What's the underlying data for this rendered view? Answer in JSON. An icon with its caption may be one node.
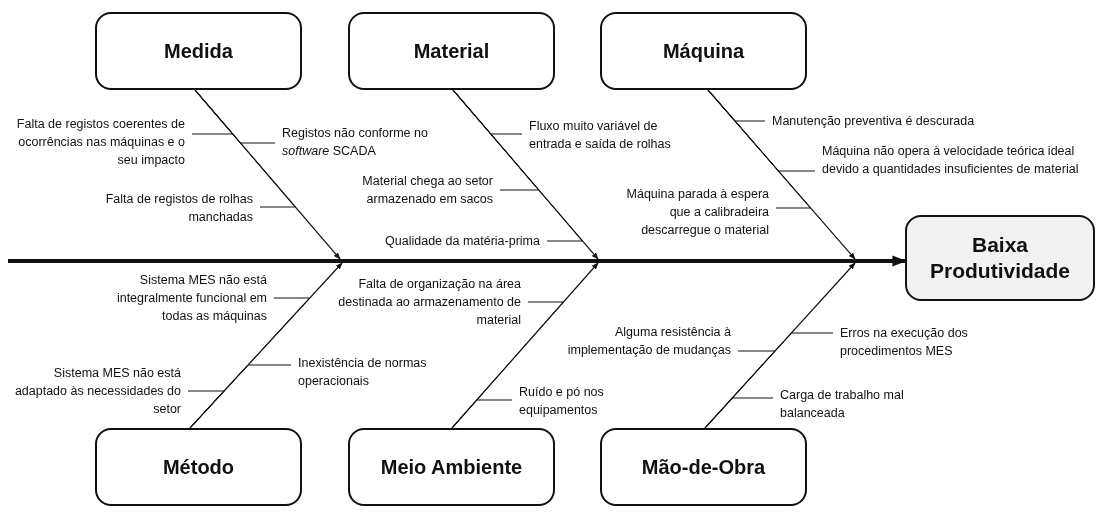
{
  "diagram": {
    "nodes": [
      {
        "text": [
          "Medida"
        ]
      },
      {
        "text": [
          "Material"
        ]
      },
      {
        "text": [
          "Máquina"
        ]
      },
      {
        "text": [
          "Falta de registos coerentes de ocorrências nas máquinas e o seu impacto"
        ]
      },
      {
        "text": [
          "Registos não conforme no *software* SCADA"
        ]
      },
      {
        "text": [
          "Fluxo muito variável de entrada e saída de rolhas"
        ]
      },
      {
        "text": [
          "Manutenção preventiva é descurada"
        ]
      },
      {
        "text": [
          "Máquina não opera à velocidade teórica ideal devido a quantidades insuficientes de material"
        ]
      },
      {
        "text": [
          "Material chega ao setor armazenado em sacos"
        ]
      },
      {
        "text": [
          "Máquina parada à espera que a calibradeira descarregue o material"
        ]
      },
      {
        "text": [
          "Falta de registos de rolhas manchadas"
        ]
      },
      {
        "text": [
          "Qualidade da matéria-prima"
        ]
      },
      {
        "text": [
          "Baixa Produtividade"
        ]
      },
      {
        "text": [
          "Sistema MES não está integralmente funcional em todas as máquinas"
        ]
      },
      {
        "text": [
          "Falta de organização na área destinada ao armazenamento de material"
        ]
      },
      {
        "text": [
          "Inexistência de normas operacionais"
        ]
      },
      {
        "text": [
          "Sistema MES não está adaptado às necessidades do setor"
        ]
      },
      {
        "text": [
          "Alguma resistência à implementação de mudanças"
        ]
      },
      {
        "text": [
          "Erros na execução dos procedimentos MES"
        ]
      },
      {
        "text": [
          "Ruído e pó nos equipamentos"
        ]
      },
      {
        "text": [
          "Carga de trabalho mal balanceada"
        ]
      },
      {
        "text": [
          "Método"
        ]
      },
      {
        "text": [
          "Meio Ambiente"
        ]
      },
      {
        "text": [
          "Mão-de-Obra"
        ]
      },
      {
        "text": [],
        "shape": "bar"
      }
    ],
    "edges": [
      {
        "from": 24,
        "to": 12,
        "arrow": "to",
        "style": "thick"
      },
      {
        "from": 0,
        "to": 24,
        "arrow": "to"
      },
      {
        "from": 1,
        "to": 24,
        "arrow": "to"
      },
      {
        "from": 2,
        "to": 24,
        "arrow": "to"
      },
      {
        "from": 21,
        "to": 24,
        "arrow": "to"
      },
      {
        "from": 22,
        "to": 24,
        "arrow": "to"
      },
      {
        "from": 23,
        "to": 24,
        "arrow": "to"
      },
      {
        "from": 3,
        "to": 0,
        "arrow": "none"
      },
      {
        "from": 4,
        "to": 0,
        "arrow": "none"
      },
      {
        "from": 5,
        "to": 1,
        "arrow": "none"
      },
      {
        "from": 6,
        "to": 2,
        "arrow": "none"
      },
      {
        "from": 7,
        "to": 2,
        "arrow": "none"
      },
      {
        "from": 8,
        "to": 1,
        "arrow": "none"
      },
      {
        "from": 9,
        "to": 2,
        "arrow": "none"
      },
      {
        "from": 10,
        "to": 0,
        "arrow": "none"
      },
      {
        "from": 11,
        "to": 1,
        "arrow": "none"
      },
      {
        "from": 13,
        "to": 21,
        "arrow": "none"
      },
      {
        "from": 14,
        "to": 22,
        "arrow": "none"
      },
      {
        "from": 15,
        "to": 21,
        "arrow": "none"
      },
      {
        "from": 16,
        "to": 21,
        "arrow": "none"
      },
      {
        "from": 17,
        "to": 23,
        "arrow": "none"
      },
      {
        "from": 18,
        "to": 23,
        "arrow": "none"
      },
      {
        "from": 19,
        "to": 22,
        "arrow": "none"
      },
      {
        "from": 20,
        "to": 23,
        "arrow": "none"
      }
    ]
  }
}
